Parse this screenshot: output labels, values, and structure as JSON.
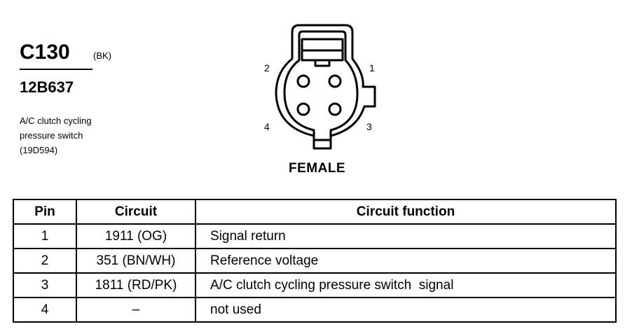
{
  "connector": {
    "id": "C130",
    "color_code": "(BK)",
    "part_number": "12B637",
    "description": [
      "A/C clutch cycling",
      "pressure switch",
      "(19D594)"
    ]
  },
  "diagram": {
    "pin_labels": [
      "1",
      "2",
      "3",
      "4"
    ],
    "view_label": "FEMALE"
  },
  "table": {
    "headers": [
      "Pin",
      "Circuit",
      "Circuit function"
    ],
    "rows": [
      {
        "pin": "1",
        "circuit": "1911 (OG)",
        "function": "Signal return"
      },
      {
        "pin": "2",
        "circuit": "351 (BN/WH)",
        "function": "Reference voltage"
      },
      {
        "pin": "3",
        "circuit": "1811 (RD/PK)",
        "function": "A/C clutch cycling pressure switch  signal"
      },
      {
        "pin": "4",
        "circuit": "–",
        "function": "not used"
      }
    ]
  }
}
